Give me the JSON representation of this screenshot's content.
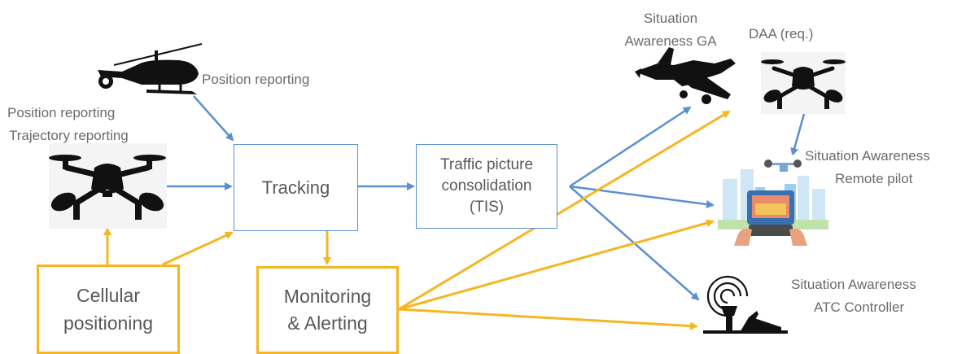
{
  "boxes": {
    "tracking": "Tracking",
    "tis_line1": "Traffic picture",
    "tis_line2": "consolidation",
    "tis_line3": "(TIS)",
    "monitoring_line1": "Monitoring",
    "monitoring_line2": "& Alerting",
    "cellular_line1": "Cellular",
    "cellular_line2": "positioning"
  },
  "labels": {
    "helicopter": "Position reporting",
    "drone_line1": "Position reporting",
    "drone_line2": "Trajectory reporting",
    "ga_line1": "Situation",
    "ga_line2": "Awareness GA",
    "daa": "DAA (req.)",
    "remote_line1": "Situation Awareness",
    "remote_line2": "Remote pilot",
    "atc_line1": "Situation Awareness",
    "atc_line2": "ATC Controller"
  },
  "icons": [
    "helicopter-icon",
    "quadcopter-drone-icon",
    "general-aviation-plane-icon",
    "daa-drone-icon",
    "remote-pilot-icon",
    "atc-tower-icon"
  ],
  "colors": {
    "data_flow": "#5b8fd0",
    "alert_flow": "#f5b622"
  }
}
